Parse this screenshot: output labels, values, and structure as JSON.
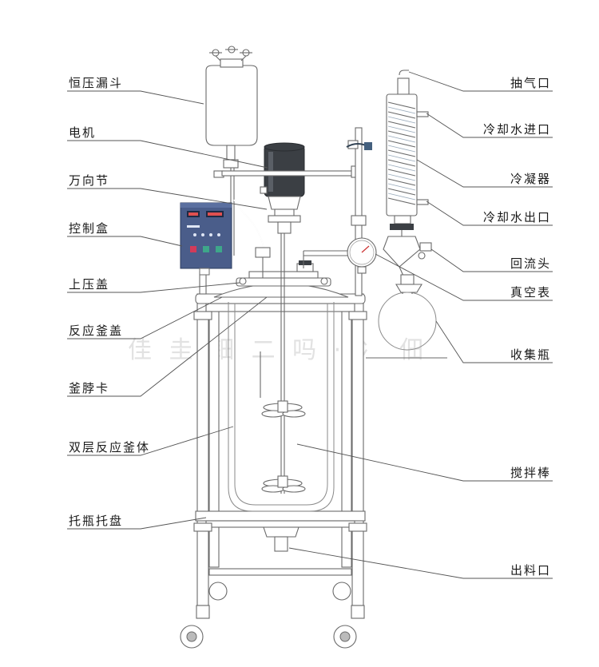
{
  "diagram": {
    "labels_left": [
      {
        "id": "funnel",
        "text": "恒压漏斗"
      },
      {
        "id": "motor",
        "text": "电机"
      },
      {
        "id": "joint",
        "text": "万向节"
      },
      {
        "id": "control",
        "text": "控制盒"
      },
      {
        "id": "upper-lid",
        "text": "上压盖"
      },
      {
        "id": "reactor-lid",
        "text": "反应釜盖"
      },
      {
        "id": "clamp",
        "text": "釜脖卡"
      },
      {
        "id": "body",
        "text": "双层反应釜体"
      },
      {
        "id": "tray",
        "text": "托瓶托盘"
      }
    ],
    "labels_right": [
      {
        "id": "vacuum-port",
        "text": "抽气口"
      },
      {
        "id": "water-in",
        "text": "冷却水进口"
      },
      {
        "id": "condenser",
        "text": "冷凝器"
      },
      {
        "id": "water-out",
        "text": "冷却水出口"
      },
      {
        "id": "reflux",
        "text": "回流头"
      },
      {
        "id": "gauge",
        "text": "真空表"
      },
      {
        "id": "collector",
        "text": "收集瓶"
      },
      {
        "id": "stirrer",
        "text": "搅拌棒"
      },
      {
        "id": "outlet",
        "text": "出料口"
      }
    ],
    "colors": {
      "line": "#555555",
      "equipment": "#6a6a6a",
      "motor": "#3b3f44",
      "control_box": "#4a5d8a",
      "watermark": "#e2e2e2"
    }
  }
}
